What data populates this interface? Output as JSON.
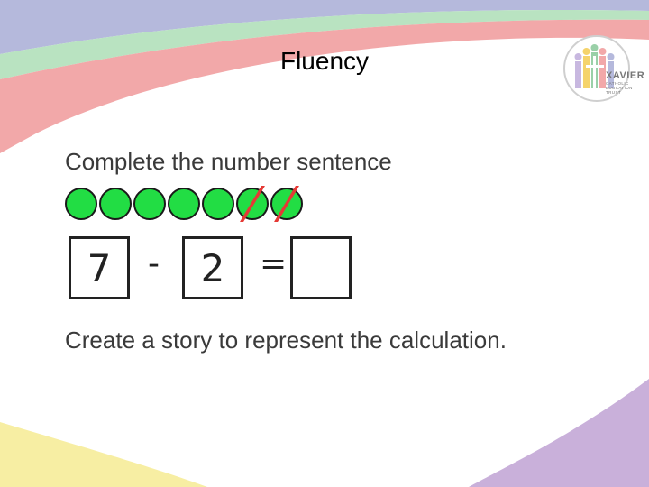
{
  "slide": {
    "title": "Fluency",
    "heading": "Complete the number sentence",
    "story_prompt": "Create a story to represent the calculation."
  },
  "counters": {
    "total": 7,
    "crossed_out": 2,
    "fill_color": "#22dd44",
    "cross_color": "#e53935"
  },
  "equation": {
    "first": "7",
    "operator": "-",
    "second": "2",
    "equals": "=",
    "answer": ""
  },
  "logo": {
    "name": "XAVIER",
    "subtitle_lines": [
      "CATHOLIC",
      "EDUCATION",
      "TRUST"
    ]
  },
  "colors": {
    "band_blue": "#b5b9dc",
    "band_green": "#b9e3c1",
    "band_pink": "#f2a8a9",
    "band_purple": "#c9b0da",
    "band_yellow": "#f7eea3"
  }
}
